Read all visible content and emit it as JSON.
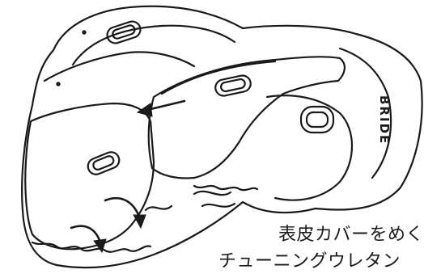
{
  "brand_text": "BRIDE",
  "caption": {
    "line1": "表皮カバーをめく",
    "line2": "チューニングウレタン"
  },
  "colors": {
    "line": "#1a1a1a",
    "background": "#ffffff"
  }
}
